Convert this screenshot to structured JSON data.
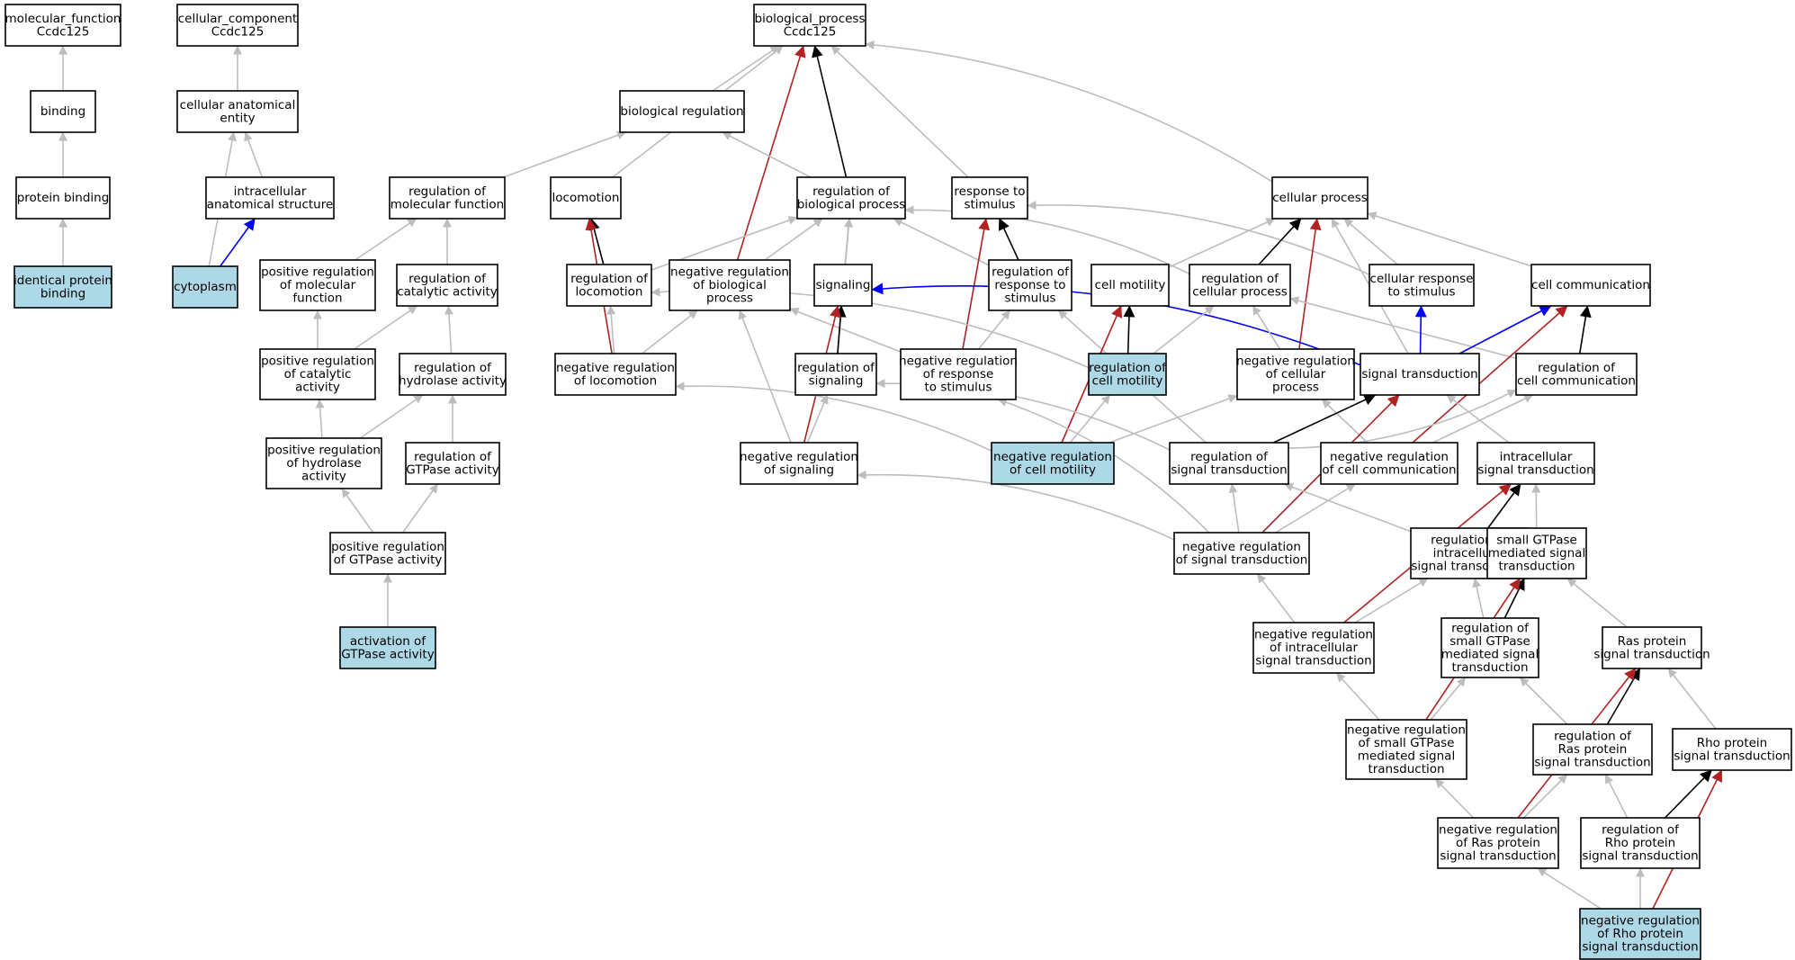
{
  "colors": {
    "grey": "#bdbdbd",
    "black": "#000000",
    "red": "#b22222",
    "blue": "#0000ff",
    "highlight": "#add8e6",
    "plain": "#ffffff"
  },
  "nodes": [
    {
      "id": "mf",
      "label": "molecular_function\nCcdc125"
    },
    {
      "id": "cc",
      "label": "cellular_component\nCcdc125"
    },
    {
      "id": "bp",
      "label": "biological_process\nCcdc125"
    },
    {
      "id": "binding",
      "label": "binding"
    },
    {
      "id": "cae",
      "label": "cellular anatomical\nentity"
    },
    {
      "id": "breg",
      "label": "biological regulation"
    },
    {
      "id": "pbind",
      "label": "protein binding"
    },
    {
      "id": "ias",
      "label": "intracellular\nanatomical structure"
    },
    {
      "id": "rmf",
      "label": "regulation of\nmolecular function"
    },
    {
      "id": "loco",
      "label": "locomotion"
    },
    {
      "id": "rbp",
      "label": "regulation of\nbiological process"
    },
    {
      "id": "rts",
      "label": "response to\nstimulus"
    },
    {
      "id": "cp",
      "label": "cellular process"
    },
    {
      "id": "ipb",
      "label": "identical protein\nbinding",
      "highlight": true
    },
    {
      "id": "cyto",
      "label": "cytoplasm",
      "highlight": true
    },
    {
      "id": "prmf",
      "label": "positive regulation\nof molecular\nfunction"
    },
    {
      "id": "rca",
      "label": "regulation of\ncatalytic activity"
    },
    {
      "id": "rloco",
      "label": "regulation of\nlocomotion"
    },
    {
      "id": "nrbp",
      "label": "negative regulation\nof biological\nprocess"
    },
    {
      "id": "signaling",
      "label": "signaling"
    },
    {
      "id": "rrs",
      "label": "regulation of\nresponse to\nstimulus"
    },
    {
      "id": "cmot",
      "label": "cell motility"
    },
    {
      "id": "rcp",
      "label": "regulation of\ncellular process"
    },
    {
      "id": "crs",
      "label": "cellular response\nto stimulus"
    },
    {
      "id": "ccomm",
      "label": "cell communication"
    },
    {
      "id": "prca",
      "label": "positive regulation\nof catalytic\nactivity"
    },
    {
      "id": "rha",
      "label": "regulation of\nhydrolase activity"
    },
    {
      "id": "nrloco",
      "label": "negative regulation\nof locomotion"
    },
    {
      "id": "rsig",
      "label": "regulation of\nsignaling"
    },
    {
      "id": "nrrs",
      "label": "negative regulation\nof response\nto stimulus"
    },
    {
      "id": "rcm",
      "label": "regulation of\ncell motility",
      "highlight": true
    },
    {
      "id": "nrcp",
      "label": "negative regulation\nof cellular\nprocess"
    },
    {
      "id": "st",
      "label": "signal transduction"
    },
    {
      "id": "rcc",
      "label": "regulation of\ncell communication"
    },
    {
      "id": "prha",
      "label": "positive regulation\nof hydrolase\nactivity"
    },
    {
      "id": "rgtp",
      "label": "regulation of\nGTPase activity"
    },
    {
      "id": "nrsig",
      "label": "negative regulation\nof signaling"
    },
    {
      "id": "nrcm",
      "label": "negative regulation\nof cell motility",
      "highlight": true
    },
    {
      "id": "rst",
      "label": "regulation of\nsignal transduction"
    },
    {
      "id": "nrcc",
      "label": "negative regulation\nof cell communication"
    },
    {
      "id": "ist",
      "label": "intracellular\nsignal transduction"
    },
    {
      "id": "prgtp",
      "label": "positive regulation\nof GTPase activity"
    },
    {
      "id": "nrst",
      "label": "negative regulation\nof signal transduction"
    },
    {
      "id": "rist",
      "label": "regulation of\nintracellular\nsignal transduction"
    },
    {
      "id": "sgtp",
      "label": "small GTPase\nmediated signal\ntransduction"
    },
    {
      "id": "agtp",
      "label": "activation of\nGTPase activity",
      "highlight": true
    },
    {
      "id": "nrist",
      "label": "negative regulation\nof intracellular\nsignal transduction"
    },
    {
      "id": "rsgtp",
      "label": "regulation of\nsmall GTPase\nmediated signal\ntransduction"
    },
    {
      "id": "ras",
      "label": "Ras protein\nsignal transduction"
    },
    {
      "id": "nrsgtp",
      "label": "negative regulation\nof small GTPase\nmediated signal\ntransduction"
    },
    {
      "id": "rras",
      "label": "regulation of\nRas protein\nsignal transduction"
    },
    {
      "id": "rho",
      "label": "Rho protein\nsignal transduction"
    },
    {
      "id": "nrras",
      "label": "negative regulation\nof Ras protein\nsignal transduction"
    },
    {
      "id": "rrho",
      "label": "regulation of\nRho protein\nsignal transduction"
    },
    {
      "id": "nrrho",
      "label": "negative regulation\nof Rho protein\nsignal transduction",
      "highlight": true
    }
  ],
  "edges": [
    {
      "from": "binding",
      "to": "mf",
      "type": "is_a"
    },
    {
      "from": "pbind",
      "to": "binding",
      "type": "is_a"
    },
    {
      "from": "ipb",
      "to": "pbind",
      "type": "is_a"
    },
    {
      "from": "cae",
      "to": "cc",
      "type": "is_a"
    },
    {
      "from": "ias",
      "to": "cae",
      "type": "is_a"
    },
    {
      "from": "cyto",
      "to": "cae",
      "type": "is_a"
    },
    {
      "from": "cyto",
      "to": "ias",
      "type": "part_of"
    },
    {
      "from": "breg",
      "to": "bp",
      "type": "is_a"
    },
    {
      "from": "loco",
      "to": "bp",
      "type": "is_a"
    },
    {
      "from": "rbp",
      "to": "bp",
      "type": "regulates"
    },
    {
      "from": "nrbp",
      "to": "bp",
      "type": "negatively_regulates"
    },
    {
      "from": "rts",
      "to": "bp",
      "type": "is_a"
    },
    {
      "from": "cp",
      "to": "bp",
      "type": "is_a"
    },
    {
      "from": "rmf",
      "to": "breg",
      "type": "is_a"
    },
    {
      "from": "rbp",
      "to": "breg",
      "type": "is_a"
    },
    {
      "from": "prmf",
      "to": "rmf",
      "type": "is_a"
    },
    {
      "from": "rca",
      "to": "rmf",
      "type": "is_a"
    },
    {
      "from": "prca",
      "to": "prmf",
      "type": "is_a"
    },
    {
      "from": "prca",
      "to": "rca",
      "type": "is_a"
    },
    {
      "from": "rha",
      "to": "rca",
      "type": "is_a"
    },
    {
      "from": "prha",
      "to": "prca",
      "type": "is_a"
    },
    {
      "from": "prha",
      "to": "rha",
      "type": "is_a"
    },
    {
      "from": "rgtp",
      "to": "rha",
      "type": "is_a"
    },
    {
      "from": "prgtp",
      "to": "prha",
      "type": "is_a"
    },
    {
      "from": "prgtp",
      "to": "rgtp",
      "type": "is_a"
    },
    {
      "from": "agtp",
      "to": "prgtp",
      "type": "is_a"
    },
    {
      "from": "rloco",
      "to": "loco",
      "type": "regulates"
    },
    {
      "from": "nrloco",
      "to": "loco",
      "type": "negatively_regulates"
    },
    {
      "from": "rloco",
      "to": "rbp",
      "type": "is_a"
    },
    {
      "from": "nrbp",
      "to": "rbp",
      "type": "is_a"
    },
    {
      "from": "signaling",
      "to": "rbp",
      "type": "is_a"
    },
    {
      "from": "rrs",
      "to": "rbp",
      "type": "is_a"
    },
    {
      "from": "rcp",
      "to": "rbp",
      "type": "is_a"
    },
    {
      "from": "rsig",
      "to": "rbp",
      "type": "is_a"
    },
    {
      "from": "rrs",
      "to": "rts",
      "type": "regulates"
    },
    {
      "from": "nrrs",
      "to": "rts",
      "type": "negatively_regulates"
    },
    {
      "from": "crs",
      "to": "rts",
      "type": "is_a"
    },
    {
      "from": "cmot",
      "to": "cp",
      "type": "is_a"
    },
    {
      "from": "rcp",
      "to": "cp",
      "type": "regulates"
    },
    {
      "from": "nrcp",
      "to": "cp",
      "type": "negatively_regulates"
    },
    {
      "from": "crs",
      "to": "cp",
      "type": "is_a"
    },
    {
      "from": "ccomm",
      "to": "cp",
      "type": "is_a"
    },
    {
      "from": "st",
      "to": "cp",
      "type": "is_a"
    },
    {
      "from": "nrloco",
      "to": "rloco",
      "type": "is_a"
    },
    {
      "from": "nrloco",
      "to": "nrbp",
      "type": "is_a"
    },
    {
      "from": "nrsig",
      "to": "nrbp",
      "type": "is_a"
    },
    {
      "from": "nrrs",
      "to": "nrbp",
      "type": "is_a"
    },
    {
      "from": "rsig",
      "to": "signaling",
      "type": "regulates"
    },
    {
      "from": "nrsig",
      "to": "signaling",
      "type": "negatively_regulates"
    },
    {
      "from": "st",
      "to": "signaling",
      "type": "part_of"
    },
    {
      "from": "nrrs",
      "to": "rrs",
      "type": "is_a"
    },
    {
      "from": "rst",
      "to": "rrs",
      "type": "is_a"
    },
    {
      "from": "rcm",
      "to": "cmot",
      "type": "regulates"
    },
    {
      "from": "nrcm",
      "to": "cmot",
      "type": "negatively_regulates"
    },
    {
      "from": "rcm",
      "to": "rloco",
      "type": "is_a"
    },
    {
      "from": "rcm",
      "to": "rcp",
      "type": "is_a"
    },
    {
      "from": "nrcp",
      "to": "rcp",
      "type": "is_a"
    },
    {
      "from": "rcc",
      "to": "rcp",
      "type": "is_a"
    },
    {
      "from": "st",
      "to": "crs",
      "type": "part_of"
    },
    {
      "from": "st",
      "to": "ccomm",
      "type": "part_of"
    },
    {
      "from": "rcc",
      "to": "ccomm",
      "type": "regulates"
    },
    {
      "from": "nrcc",
      "to": "ccomm",
      "type": "negatively_regulates"
    },
    {
      "from": "nrsig",
      "to": "rsig",
      "type": "is_a"
    },
    {
      "from": "rst",
      "to": "rsig",
      "type": "is_a"
    },
    {
      "from": "nrcm",
      "to": "rcm",
      "type": "is_a"
    },
    {
      "from": "nrcm",
      "to": "nrloco",
      "type": "is_a"
    },
    {
      "from": "nrcm",
      "to": "nrcp",
      "type": "is_a"
    },
    {
      "from": "nrcc",
      "to": "nrcp",
      "type": "is_a"
    },
    {
      "from": "nrst",
      "to": "nrrs",
      "type": "is_a"
    },
    {
      "from": "rst",
      "to": "st",
      "type": "regulates"
    },
    {
      "from": "nrst",
      "to": "st",
      "type": "negatively_regulates"
    },
    {
      "from": "ist",
      "to": "st",
      "type": "is_a"
    },
    {
      "from": "rst",
      "to": "rcc",
      "type": "is_a"
    },
    {
      "from": "nrcc",
      "to": "rcc",
      "type": "is_a"
    },
    {
      "from": "nrst",
      "to": "nrsig",
      "type": "is_a"
    },
    {
      "from": "nrst",
      "to": "rst",
      "type": "is_a"
    },
    {
      "from": "nrst",
      "to": "nrcc",
      "type": "is_a"
    },
    {
      "from": "rist",
      "to": "rst",
      "type": "is_a"
    },
    {
      "from": "rist",
      "to": "ist",
      "type": "regulates"
    },
    {
      "from": "nrist",
      "to": "ist",
      "type": "negatively_regulates"
    },
    {
      "from": "sgtp",
      "to": "ist",
      "type": "is_a"
    },
    {
      "from": "nrist",
      "to": "nrst",
      "type": "is_a"
    },
    {
      "from": "nrist",
      "to": "rist",
      "type": "is_a"
    },
    {
      "from": "rsgtp",
      "to": "rist",
      "type": "is_a"
    },
    {
      "from": "rsgtp",
      "to": "sgtp",
      "type": "regulates"
    },
    {
      "from": "nrsgtp",
      "to": "sgtp",
      "type": "negatively_regulates"
    },
    {
      "from": "ras",
      "to": "sgtp",
      "type": "is_a"
    },
    {
      "from": "nrsgtp",
      "to": "nrist",
      "type": "is_a"
    },
    {
      "from": "nrsgtp",
      "to": "rsgtp",
      "type": "is_a"
    },
    {
      "from": "rras",
      "to": "rsgtp",
      "type": "is_a"
    },
    {
      "from": "rras",
      "to": "ras",
      "type": "regulates"
    },
    {
      "from": "nrras",
      "to": "ras",
      "type": "negatively_regulates"
    },
    {
      "from": "rho",
      "to": "ras",
      "type": "is_a"
    },
    {
      "from": "nrras",
      "to": "nrsgtp",
      "type": "is_a"
    },
    {
      "from": "nrras",
      "to": "rras",
      "type": "is_a"
    },
    {
      "from": "rrho",
      "to": "rras",
      "type": "is_a"
    },
    {
      "from": "rrho",
      "to": "rho",
      "type": "regulates"
    },
    {
      "from": "nrrho",
      "to": "nras_placeholder",
      "type": "skip"
    },
    {
      "from": "nrrho",
      "to": "nrras",
      "type": "is_a"
    },
    {
      "from": "nrrho",
      "to": "rrho",
      "type": "is_a"
    },
    {
      "from": "nrrho",
      "to": "rho",
      "type": "negatively_regulates"
    }
  ]
}
